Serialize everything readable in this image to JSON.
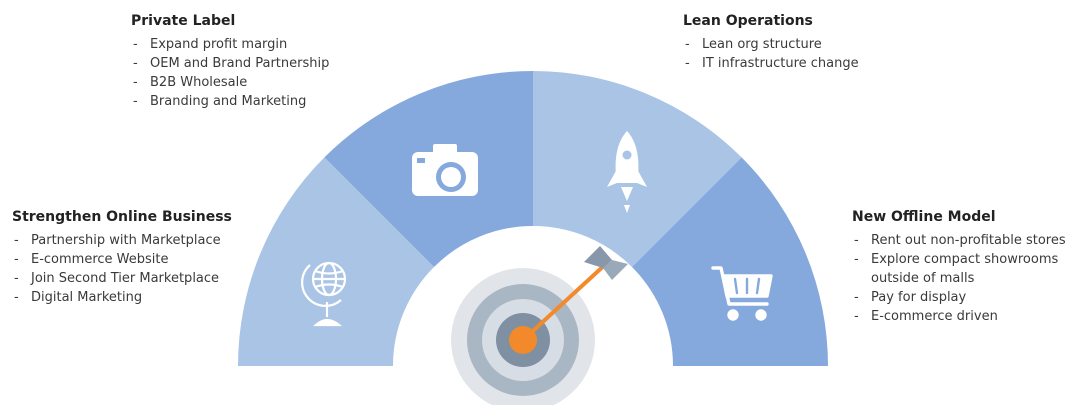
{
  "segments": [
    {
      "key": "online",
      "title": "Strengthen Online Business",
      "icon": "globe-icon",
      "color": "#aac4e6",
      "items": [
        [
          "Partnership with Marketplace"
        ],
        [
          "E-commerce Website"
        ],
        [
          "Join Second Tier Marketplace"
        ],
        [
          "Digital Marketing"
        ]
      ]
    },
    {
      "key": "private",
      "title": "Private Label",
      "icon": "camera-icon",
      "color": "#85a9dc",
      "items": [
        [
          "Expand profit margin"
        ],
        [
          "OEM and Brand Partnership"
        ],
        [
          "B2B Wholesale"
        ],
        [
          "Branding and Marketing"
        ]
      ]
    },
    {
      "key": "lean",
      "title": "Lean Operations",
      "icon": "rocket-icon",
      "color": "#aac4e6",
      "items": [
        [
          "Lean org structure"
        ],
        [
          "IT infrastructure change"
        ]
      ]
    },
    {
      "key": "offline",
      "title": "New Offline Model",
      "icon": "shopping-cart-icon",
      "color": "#85a9dc",
      "items": [
        [
          "Rent out non-profitable stores"
        ],
        [
          "Explore compact showrooms",
          "outside of malls"
        ],
        [
          "Pay for display"
        ],
        [
          "E-commerce driven"
        ]
      ]
    }
  ],
  "target": {
    "icon": "target-icon",
    "ring_colors": [
      "#e1e5ea",
      "#a9b6c4",
      "#d7dde4",
      "#7f90a3"
    ],
    "bullseye_color": "#f28a2b",
    "arrow_color": "#f28a2b",
    "fletching_color": "#8898aa"
  }
}
